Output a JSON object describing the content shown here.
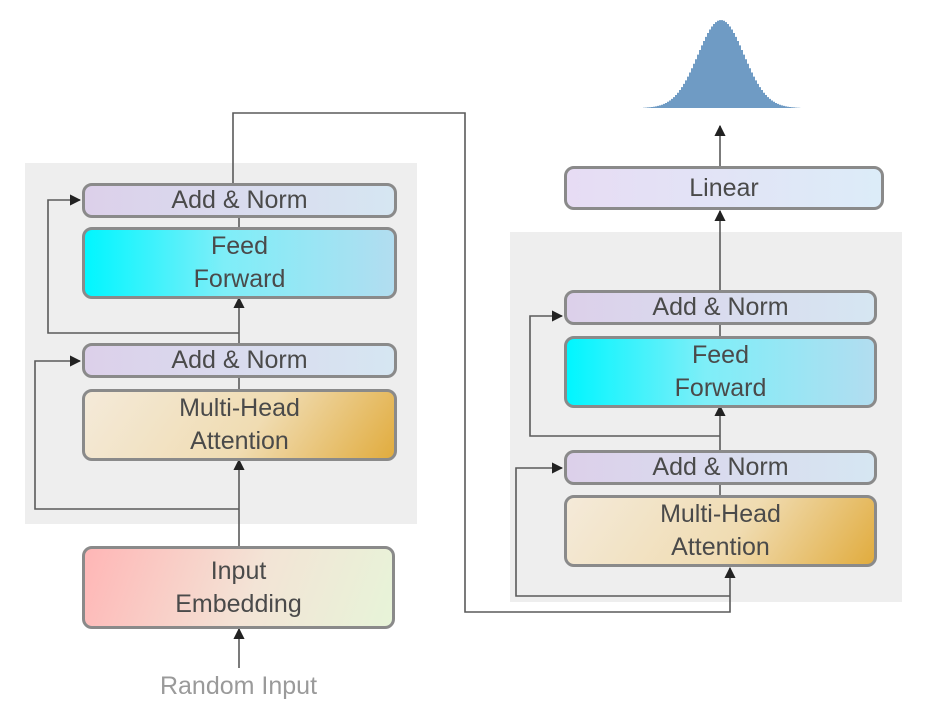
{
  "encoder": {
    "top_add_norm": "Add & Norm",
    "feed_forward": "Feed\nForward",
    "bottom_add_norm": "Add & Norm",
    "attention": "Multi-Head\nAttention",
    "embedding": "Input\nEmbedding",
    "input_label": "Random Input"
  },
  "decoder": {
    "linear": "Linear",
    "top_add_norm": "Add & Norm",
    "feed_forward": "Feed\nForward",
    "bottom_add_norm": "Add & Norm",
    "attention": "Multi-Head\nAttention"
  },
  "output_distribution": {
    "shape": "bell-curve",
    "color": "#6f9bc4"
  },
  "colors": {
    "panel": "#eeeeee",
    "border": "#8a8a8a",
    "line": "#5a5a5a",
    "feed_forward": "#00f6ff",
    "attention": "#e1ac3e",
    "embedding": "#ffb6b6"
  }
}
